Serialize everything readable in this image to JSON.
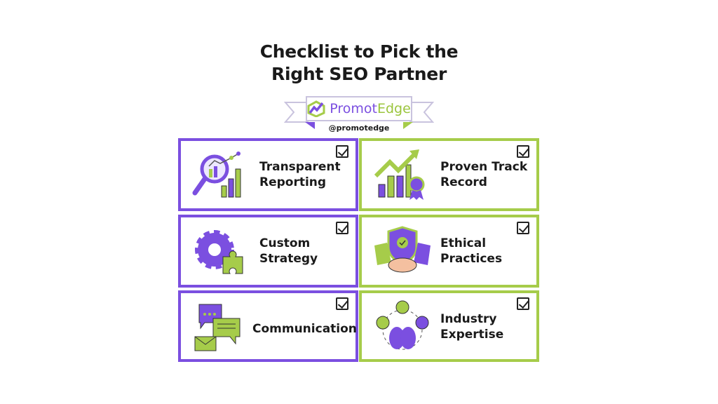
{
  "title_line1": "Checklist to Pick the",
  "title_line2": "Right SEO Partner",
  "brand": {
    "name_part1": "Promot",
    "name_part2": "Edge",
    "handle": "@promotedge"
  },
  "colors": {
    "purple": "#7b4fe0",
    "green": "#a6cc4a"
  },
  "items": [
    {
      "line1": "Transparent",
      "line2": "Reporting",
      "icon": "magnifier-chart-icon",
      "checked": true
    },
    {
      "line1": "Proven Track",
      "line2": "Record",
      "icon": "growth-award-icon",
      "checked": true
    },
    {
      "line1": "Custom",
      "line2": "Strategy",
      "icon": "gear-puzzle-icon",
      "checked": true
    },
    {
      "line1": "Ethical",
      "line2": "Practices",
      "icon": "shield-handshake-icon",
      "checked": true
    },
    {
      "line1": "Communication",
      "line2": "",
      "icon": "chat-mail-icon",
      "checked": true
    },
    {
      "line1": "Industry",
      "line2": "Expertise",
      "icon": "brain-network-icon",
      "checked": true
    }
  ]
}
